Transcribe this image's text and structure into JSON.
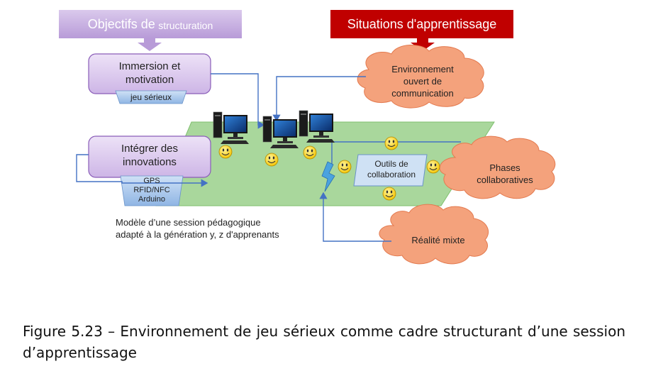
{
  "banners": {
    "objectives_main": "Objectifs de",
    "objectives_small": "structuration",
    "situations": "Situations d'apprentissage"
  },
  "boxes": {
    "immersion": "Immersion et motivation",
    "immersion_tag": "jeu sérieux",
    "innovations": "Intégrer des innovations",
    "tech_1": "GPS",
    "tech_2": "RFID/NFC",
    "tech_3": "Arduino"
  },
  "clouds": {
    "environment": "Environnement ouvert de communication",
    "phases": "Phases collaboratives",
    "mixed_reality": "Réalité mixte"
  },
  "platform": {
    "tools": "Outils de collaboration",
    "model_line1": "Modèle d’une session pédagogique",
    "model_line2": "adapté à la génération y, z d'apprenants"
  },
  "colors": {
    "purple_banner": "#c9b2e0",
    "purple_box": "#d7c3ea",
    "purple_border": "#8a5db8",
    "red_banner": "#c00000",
    "cloud_fill": "#f4a27c",
    "platform_green": "#a9d79c",
    "tag_blue": "#a8c8ec",
    "arrow_blue": "#4472c4",
    "smiley": "#ffd400"
  },
  "icons": [
    "computer-icon",
    "smiley-icon",
    "lightning-icon"
  ],
  "caption": "Figure 5.23 – Environnement de jeu sérieux comme cadre structurant d’une session d’apprentissage"
}
